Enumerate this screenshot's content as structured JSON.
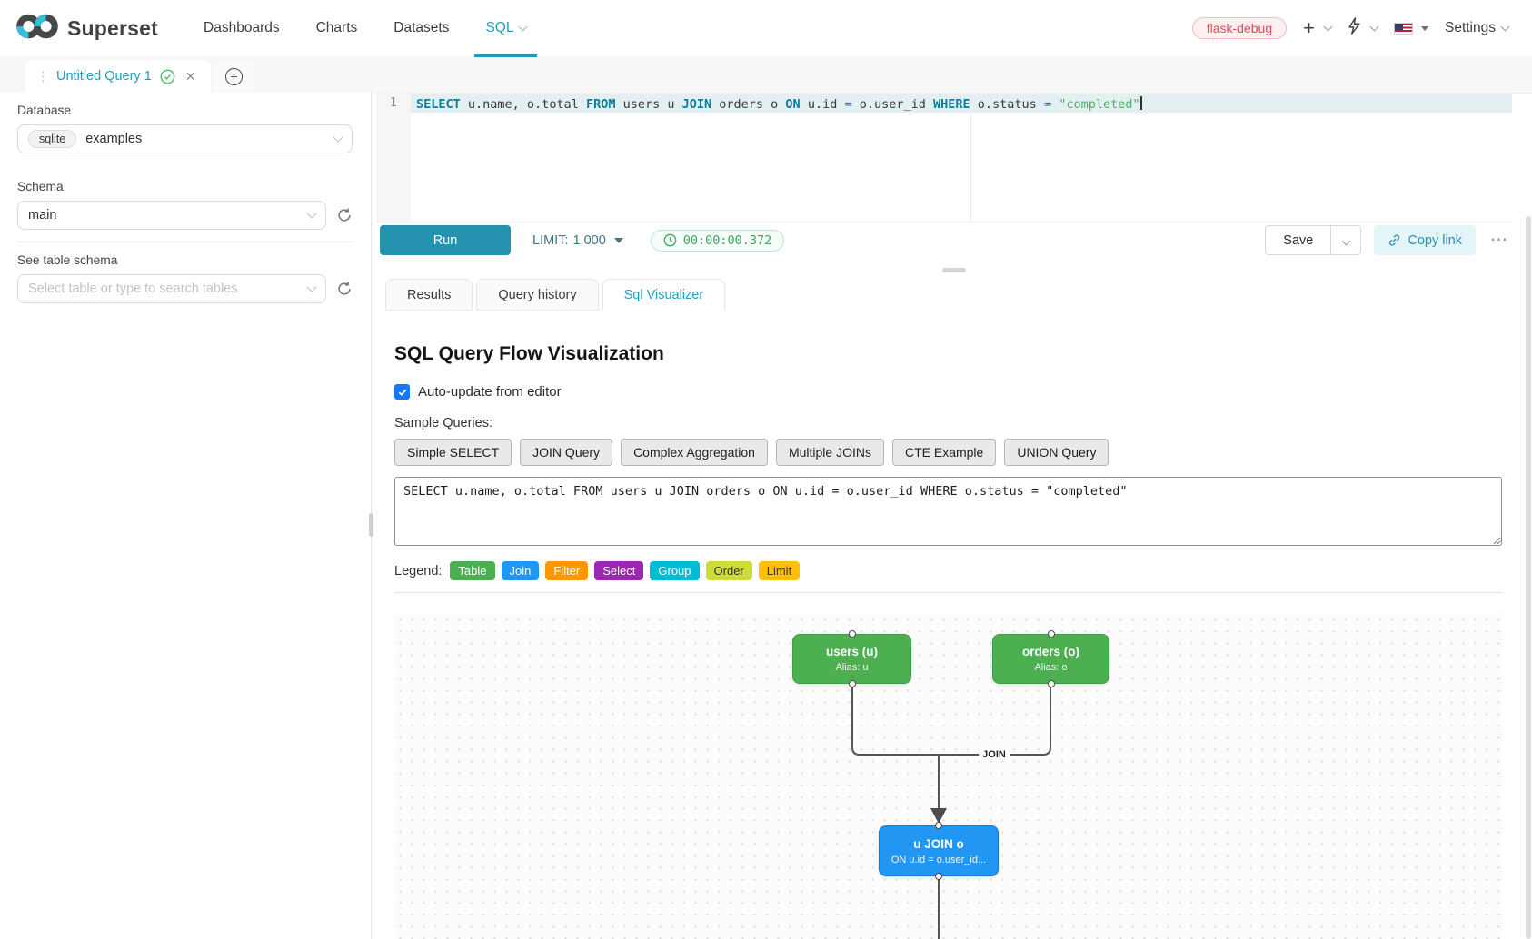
{
  "navbar": {
    "brand": "Superset",
    "items": {
      "dashboards": "Dashboards",
      "charts": "Charts",
      "datasets": "Datasets",
      "sql": "SQL"
    },
    "active_item": "SQL",
    "env_badge": "flask-debug",
    "settings_label": "Settings"
  },
  "query_tabs": {
    "active_tab": "Untitled Query 1"
  },
  "sidebar": {
    "database_label": "Database",
    "database_engine": "sqlite",
    "database_name": "examples",
    "schema_label": "Schema",
    "schema_value": "main",
    "table_label": "See table schema",
    "table_placeholder": "Select table or type to search tables"
  },
  "editor": {
    "line_number": "1",
    "tokens": [
      {
        "text": "SELECT",
        "type": "kw"
      },
      {
        "text": " u.name, o.total ",
        "type": "plain"
      },
      {
        "text": "FROM",
        "type": "kw"
      },
      {
        "text": " users u ",
        "type": "plain"
      },
      {
        "text": "JOIN",
        "type": "kw"
      },
      {
        "text": " orders o ",
        "type": "plain"
      },
      {
        "text": "ON",
        "type": "kw"
      },
      {
        "text": " u.id ",
        "type": "plain"
      },
      {
        "text": "=",
        "type": "op"
      },
      {
        "text": " o.user_id ",
        "type": "plain"
      },
      {
        "text": "WHERE",
        "type": "kw"
      },
      {
        "text": " o.status ",
        "type": "plain"
      },
      {
        "text": "=",
        "type": "op"
      },
      {
        "text": " ",
        "type": "plain"
      },
      {
        "text": "\"completed\"",
        "type": "str"
      }
    ]
  },
  "toolbar": {
    "run_label": "Run",
    "limit_label": "LIMIT:",
    "limit_value": "1 000",
    "timer": "00:00:00.372",
    "save_label": "Save",
    "copy_link_label": "Copy link",
    "more_label": "⋯"
  },
  "result_tabs": {
    "results": "Results",
    "query_history": "Query history",
    "sql_visualizer": "Sql Visualizer",
    "active": "Sql Visualizer"
  },
  "visualizer": {
    "title": "SQL Query Flow Visualization",
    "auto_update_label": "Auto-update from editor",
    "auto_update_checked": true,
    "samples_label": "Sample Queries:",
    "samples": [
      "Simple SELECT",
      "JOIN Query",
      "Complex Aggregation",
      "Multiple JOINs",
      "CTE Example",
      "UNION Query"
    ],
    "query_text": "SELECT u.name, o.total FROM users u JOIN orders o ON u.id = o.user_id WHERE o.status = \"completed\"",
    "legend_label": "Legend:",
    "legend": [
      {
        "label": "Table",
        "color": "#4caf50",
        "text_color": "#ffffff"
      },
      {
        "label": "Join",
        "color": "#2196f3",
        "text_color": "#ffffff"
      },
      {
        "label": "Filter",
        "color": "#ff9800",
        "text_color": "#ffffff"
      },
      {
        "label": "Select",
        "color": "#9c27b0",
        "text_color": "#ffffff"
      },
      {
        "label": "Group",
        "color": "#00bcd4",
        "text_color": "#ffffff"
      },
      {
        "label": "Order",
        "color": "#cddc39",
        "text_color": "#333333"
      },
      {
        "label": "Limit",
        "color": "#ffc107",
        "text_color": "#333333"
      }
    ],
    "flow": {
      "nodes": [
        {
          "title": "users (u)",
          "subtitle": "Alias: u",
          "color": "#4caf50"
        },
        {
          "title": "orders (o)",
          "subtitle": "Alias: o",
          "color": "#4caf50"
        },
        {
          "title": "u JOIN o",
          "subtitle": "ON u.id = o.user_id...",
          "color": "#2196f3"
        }
      ],
      "edge_label": "JOIN"
    }
  },
  "icons": {
    "brand": "superset-infinity-logo",
    "navbar_right": [
      "plus-icon",
      "lightning-icon",
      "us-flag-icon"
    ],
    "tab": [
      "drag-handle-icon",
      "check-circle-icon",
      "close-icon"
    ],
    "toolbar": [
      "clock-icon",
      "link-icon",
      "more-options-icon"
    ],
    "sidebar": [
      "refresh-icon",
      "chevron-down-icon"
    ]
  },
  "colors": {
    "accent_teal": "#1e9dbd",
    "run_button": "#2593af",
    "timer_green": "#41a55f",
    "env_badge_red": "#e0485f",
    "node_green": "#4caf50",
    "node_blue": "#2196f3",
    "edge_gray": "#555555",
    "checkbox_blue": "#1677ff"
  }
}
